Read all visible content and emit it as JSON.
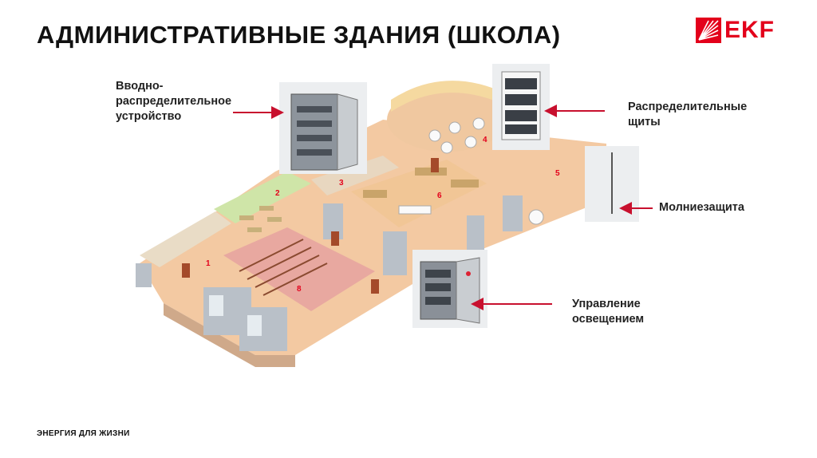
{
  "title": "АДМИНИСТРАТИВНЫЕ ЗДАНИЯ (ШКОЛА)",
  "logo": {
    "text": "EKF",
    "color": "#e3001b"
  },
  "labels": {
    "vru": [
      "Вводно-",
      "распределительное",
      "устройство"
    ],
    "shields": [
      "Распределительные",
      "щиты"
    ],
    "lightning": [
      "Молниезащита"
    ],
    "lighting": [
      "Управление",
      "освещением"
    ]
  },
  "room_numbers": [
    "1",
    "2",
    "3",
    "4",
    "5",
    "6",
    "8"
  ],
  "footer": "ЭНЕРГИЯ ДЛЯ ЖИЗНИ",
  "colors": {
    "accent": "#e3001b",
    "arrow": "#c8102e"
  }
}
